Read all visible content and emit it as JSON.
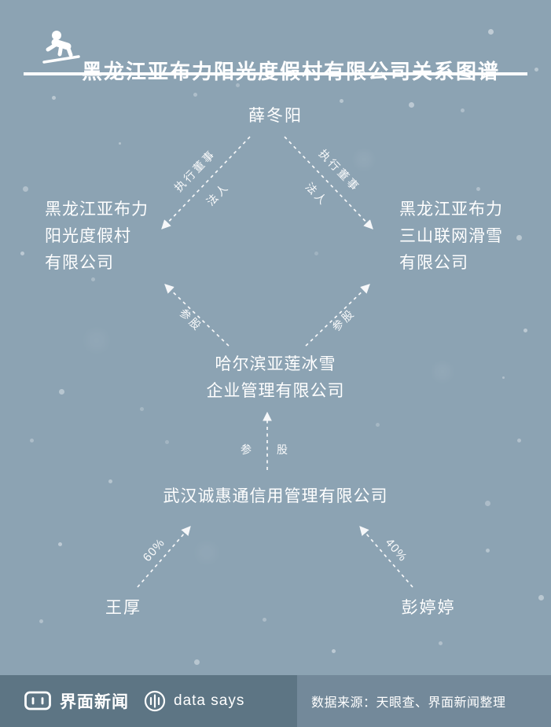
{
  "header": {
    "title": "黑龙江亚布力阳光度假村有限公司关系图谱"
  },
  "nodes": {
    "person_top": "薛冬阳",
    "company_left_lines": [
      "黑龙江亚布力",
      "阳光度假村",
      "有限公司"
    ],
    "company_right_lines": [
      "黑龙江亚布力",
      "三山联网滑雪",
      "有限公司"
    ],
    "company_mid_lines": [
      "哈尔滨亚莲冰雪",
      "企业管理有限公司"
    ],
    "company_wuhan": "武汉诚惠通信用管理有限公司",
    "person_bottom_left": "王厚",
    "person_bottom_right": "彭婷婷"
  },
  "relationships": [
    {
      "from": "薛冬阳",
      "to": "黑龙江亚布力阳光度假村有限公司",
      "labels": [
        "执行董事",
        "法人"
      ]
    },
    {
      "from": "薛冬阳",
      "to": "黑龙江亚布力三山联网滑雪有限公司",
      "labels": [
        "执行董事",
        "法人"
      ]
    },
    {
      "from": "哈尔滨亚莲冰雪企业管理有限公司",
      "to": "黑龙江亚布力阳光度假村有限公司",
      "labels": [
        "参股"
      ]
    },
    {
      "from": "哈尔滨亚莲冰雪企业管理有限公司",
      "to": "黑龙江亚布力三山联网滑雪有限公司",
      "labels": [
        "参股"
      ]
    },
    {
      "from": "武汉诚惠通信用管理有限公司",
      "to": "哈尔滨亚莲冰雪企业管理有限公司",
      "labels": [
        "参 股"
      ]
    },
    {
      "from": "王厚",
      "to": "武汉诚惠通信用管理有限公司",
      "labels": [
        "60%"
      ]
    },
    {
      "from": "彭婷婷",
      "to": "武汉诚惠通信用管理有限公司",
      "labels": [
        "40%"
      ]
    }
  ],
  "footer": {
    "brand_jiemian": "界面新闻",
    "brand_datasays": "data says",
    "source": "数据来源：天眼查、界面新闻整理"
  },
  "colors": {
    "background": "#8ca3b3",
    "footer_left": "#5d7584",
    "footer_right": "#73899a",
    "text": "#ffffff"
  }
}
